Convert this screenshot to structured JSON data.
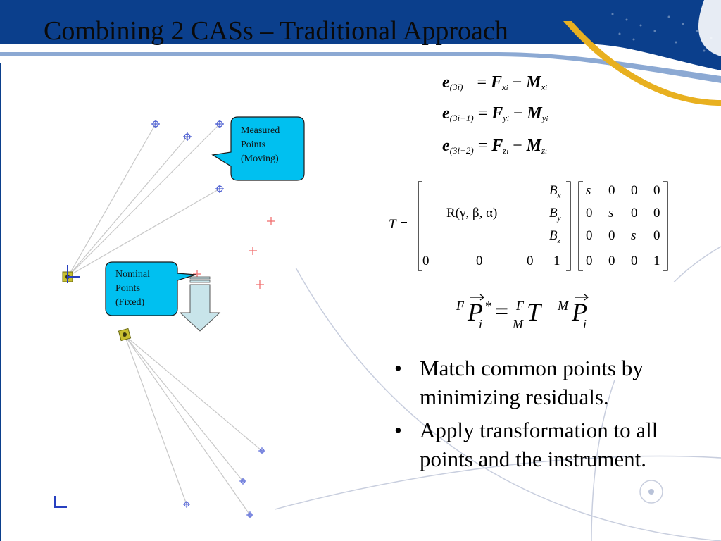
{
  "slide": {
    "title": "Combining 2 CASs – Traditional Approach",
    "colors": {
      "header_blue": "#0b3f8c",
      "callout_fill": "#00c0f0",
      "gold": "#e8b020",
      "arrow_fill": "#c8e4ea"
    }
  },
  "callouts": {
    "measured": [
      "Measured",
      "Points",
      "(Moving)"
    ],
    "nominal": [
      "Nominal",
      "Points",
      "(Fixed)"
    ]
  },
  "equations": {
    "residuals": [
      {
        "lhs": "e",
        "lhs_sub": "(3i)",
        "F": "F",
        "F_sub": "x",
        "M": "M",
        "M_sub": "x"
      },
      {
        "lhs": "e",
        "lhs_sub": "(3i+1)",
        "F": "F",
        "F_sub": "y",
        "M": "M",
        "M_sub": "y"
      },
      {
        "lhs": "e",
        "lhs_sub": "(3i+2)",
        "F": "F",
        "F_sub": "z",
        "M": "M",
        "M_sub": "z"
      }
    ],
    "index_sub": "i",
    "eq_sign": "=",
    "minus_sign": "−",
    "transform": {
      "lhs": "T =",
      "rotation": "R(γ, β, α)",
      "translation": [
        "B",
        "B",
        "B"
      ],
      "translation_sub": [
        "x",
        "y",
        "z"
      ],
      "bottom_row": [
        "0",
        "0",
        "0",
        "1"
      ],
      "scale_matrix": [
        [
          "s",
          "0",
          "0",
          "0"
        ],
        [
          "0",
          "s",
          "0",
          "0"
        ],
        [
          "0",
          "0",
          "s",
          "0"
        ],
        [
          "0",
          "0",
          "0",
          "1"
        ]
      ]
    },
    "mapping": {
      "F_sup": "F",
      "P": "P",
      "star": "*",
      "i_sub": "i",
      "eq": "=",
      "T_sup": "F",
      "T_sub": "M",
      "T": "T",
      "M_sup": "M",
      "P2": "P",
      "i_sub2": "i"
    }
  },
  "bullets": [
    "Match common points by minimizing residuals.",
    "Apply transformation to all points and the instrument."
  ],
  "bullet_glyph": "•"
}
